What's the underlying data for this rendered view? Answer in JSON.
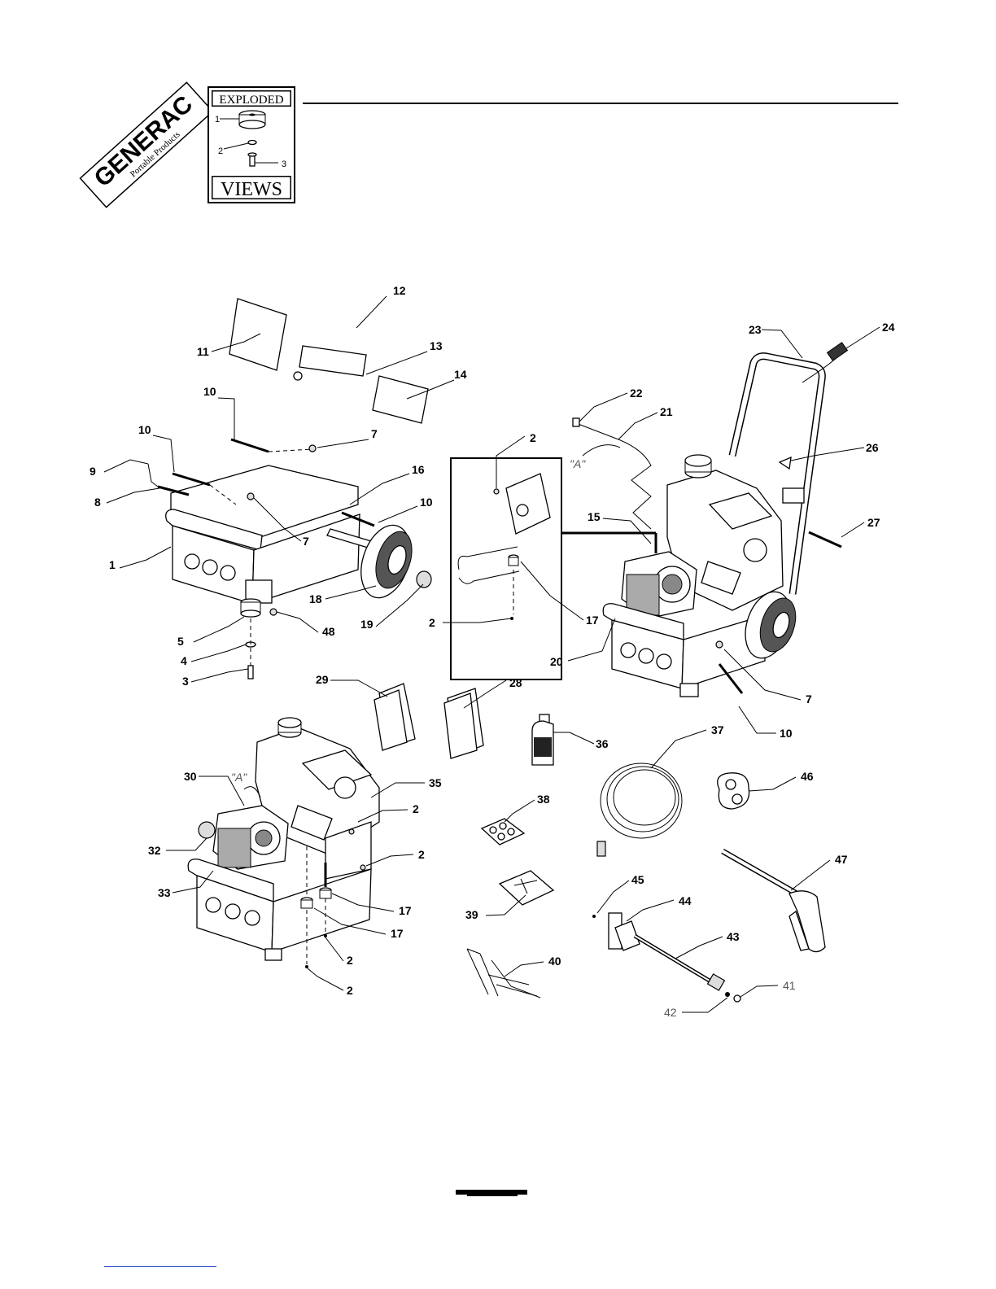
{
  "logo": {
    "brand": "GENERAC",
    "tagline": "Portable Products"
  },
  "badge": {
    "top_word": "EXPLODED",
    "bottom_word": "VIEWS",
    "callouts": [
      "1",
      "2",
      "3"
    ]
  },
  "callout_labels": [
    "12",
    "11",
    "13",
    "14",
    "10",
    "7",
    "10",
    "9",
    "8",
    "16",
    "10",
    "7",
    "1",
    "18",
    "19",
    "48",
    "5",
    "4",
    "3",
    "2",
    "17",
    "2",
    "22",
    "21",
    "A",
    "15",
    "23",
    "24",
    "26",
    "27",
    "20",
    "7",
    "10",
    "29",
    "28",
    "36",
    "37",
    "46",
    "30",
    "A",
    "35",
    "2",
    "32",
    "2",
    "33",
    "17",
    "17",
    "2",
    "2",
    "38",
    "39",
    "40",
    "45",
    "44",
    "43",
    "42",
    "41",
    "47"
  ]
}
